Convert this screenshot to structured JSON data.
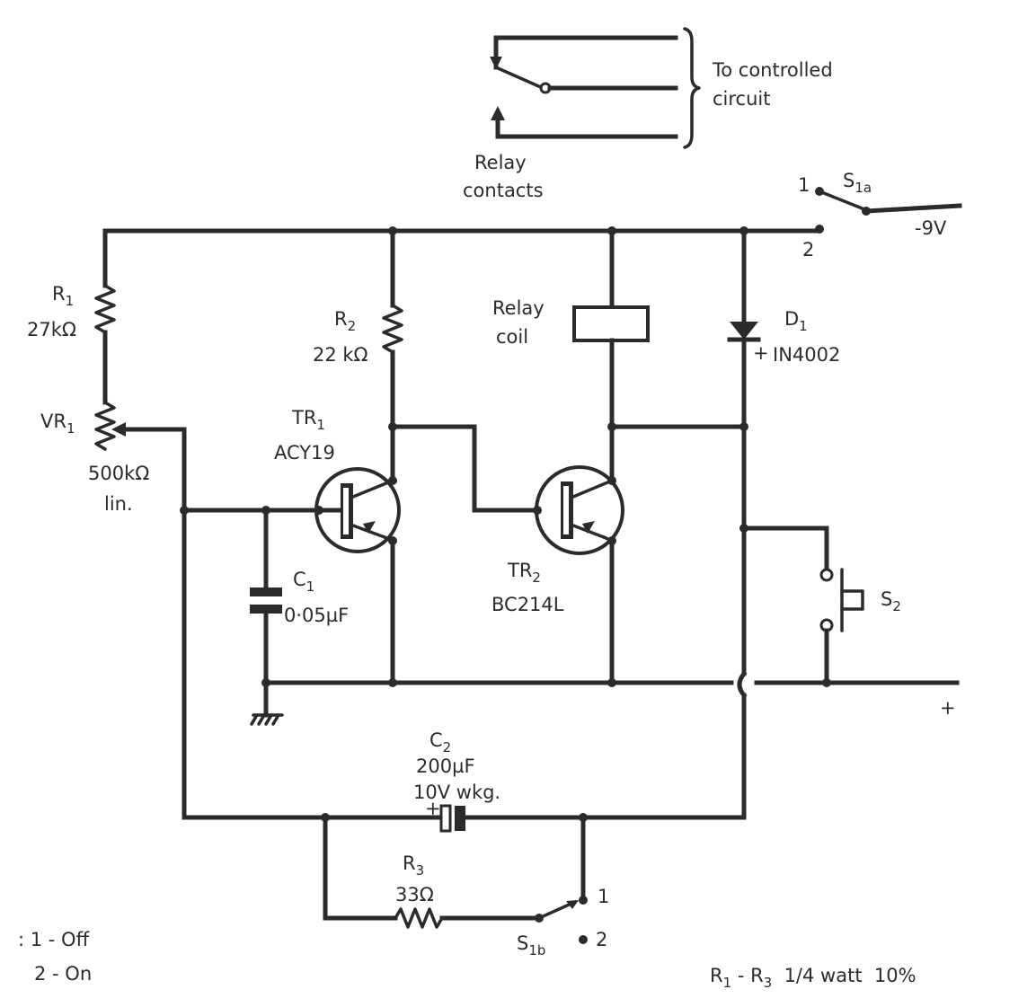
{
  "relay_contacts": {
    "side_label": [
      "To controlled",
      "circuit"
    ],
    "caption": [
      "Relay",
      "contacts"
    ]
  },
  "supply": {
    "switch": "S",
    "switch_sub": "1a",
    "pos1": "1",
    "pos2": "2",
    "negative": "-9V",
    "positive": "+"
  },
  "R1": {
    "name": "R",
    "sub": "1",
    "value": "27kΩ"
  },
  "VR1": {
    "name": "VR",
    "sub": "1",
    "value": "500kΩ",
    "type": "lin."
  },
  "R2": {
    "name": "R",
    "sub": "2",
    "value": "22 kΩ"
  },
  "TR1": {
    "name": "TR",
    "sub": "1",
    "type": "ACY19"
  },
  "TR2": {
    "name": "TR",
    "sub": "2",
    "type": "BC214L"
  },
  "relay_coil": [
    "Relay",
    "coil"
  ],
  "D1": {
    "name": "D",
    "sub": "1",
    "type": "IN4002",
    "polarity": "+"
  },
  "C1": {
    "name": "C",
    "sub": "1",
    "value": "0·05µF"
  },
  "S2": {
    "name": "S",
    "sub": "2"
  },
  "C2": {
    "name": "C",
    "sub": "2",
    "value": "200µF",
    "rating": "10V wkg.",
    "polarity": "+"
  },
  "R3": {
    "name": "R",
    "sub": "3",
    "value": "33Ω"
  },
  "S1b": {
    "name": "S",
    "sub": "1b",
    "pos1": "1",
    "pos2": "2"
  },
  "legend": {
    "off": ": 1 - Off",
    "on": "2 - On"
  },
  "note": {
    "prefix": "R",
    "sub_a": "1",
    "mid": " - R",
    "sub_b": "3",
    "suffix": "  1/4 watt  10%"
  }
}
